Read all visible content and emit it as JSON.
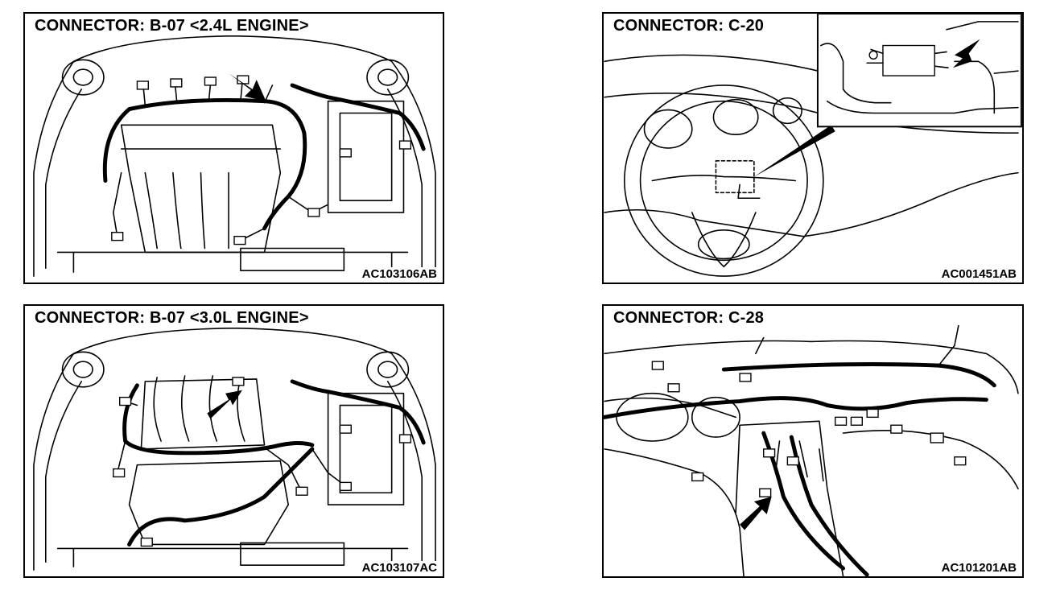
{
  "panels": [
    {
      "title": "CONNECTOR: B-07 <2.4L ENGINE>",
      "code": "AC103106AB"
    },
    {
      "title": "CONNECTOR: C-20",
      "code": "AC001451AB"
    },
    {
      "title": "CONNECTOR: B-07 <3.0L ENGINE>",
      "code": "AC103107AC"
    },
    {
      "title": "CONNECTOR: C-28",
      "code": "AC101201AB"
    }
  ],
  "icons": [
    "arrow-indicator-icon",
    "connector-plug-icon",
    "steering-wheel-icon",
    "wiring-harness-icon"
  ],
  "colors": {
    "line": "#000000",
    "background": "#ffffff"
  }
}
